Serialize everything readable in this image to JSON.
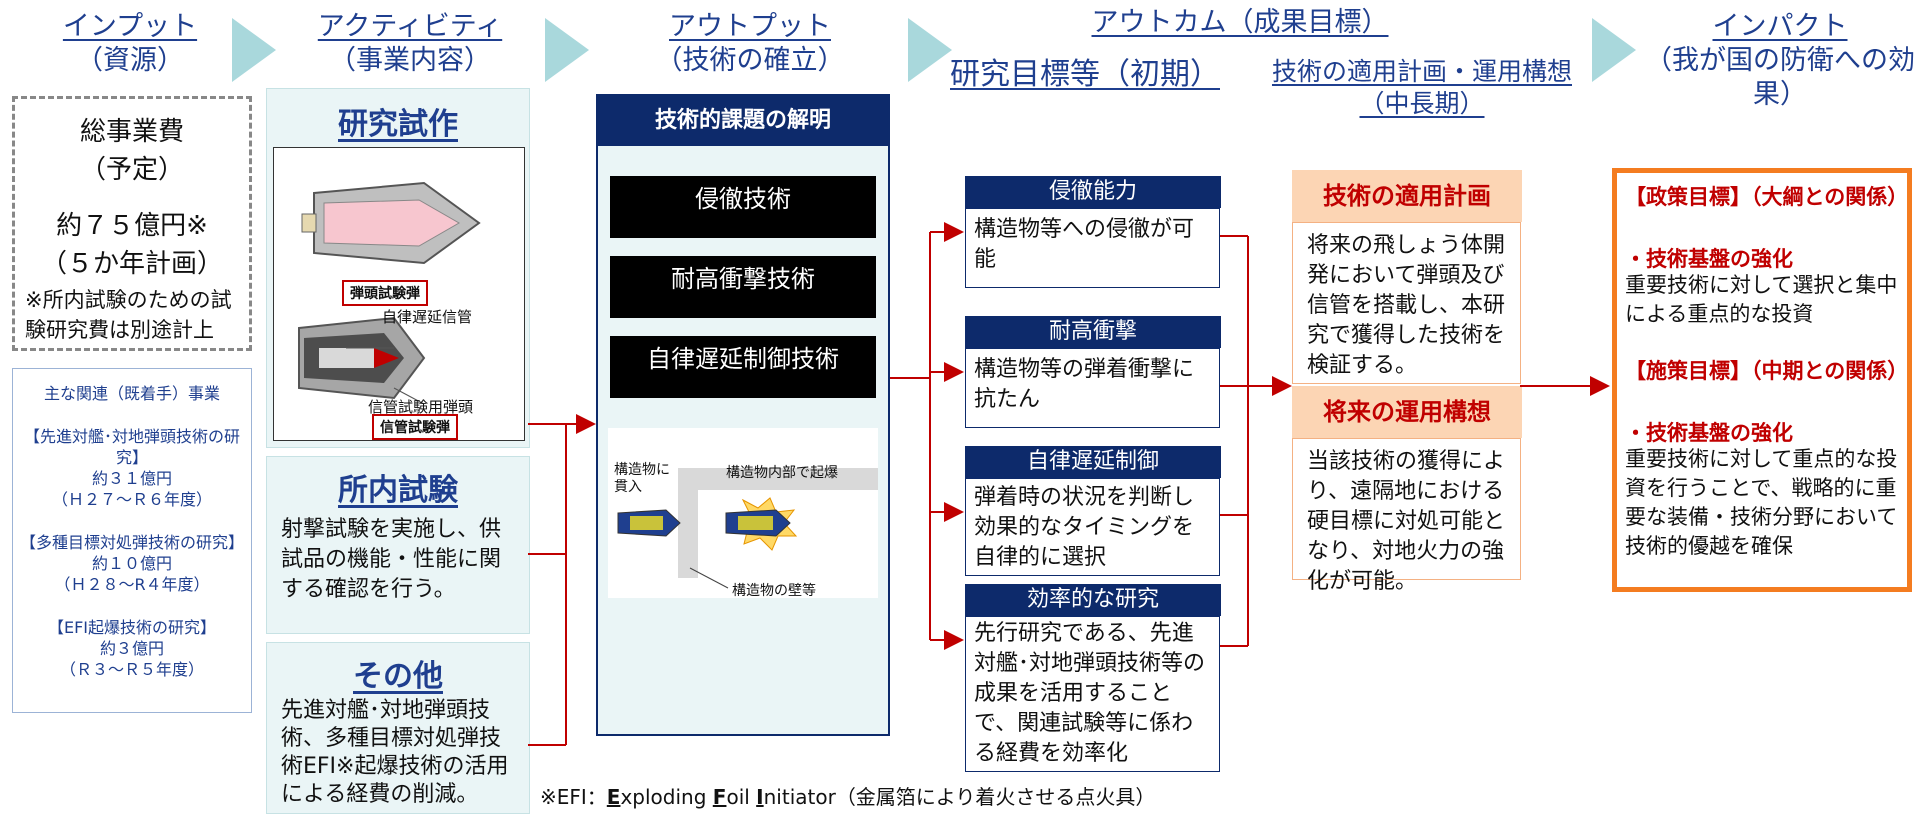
{
  "headers": {
    "input": {
      "title": "インプット",
      "sub": "（資源）"
    },
    "activity": {
      "title": "アクティビティ",
      "sub": "（事業内容）"
    },
    "output": {
      "title": "アウトプット",
      "sub": "（技術の確立）"
    },
    "outcome": {
      "title": "アウトカム（成果目標）",
      "early": "研究目標等（初期）",
      "long1": "技術の適用計画・運用構想",
      "long2": "（中長期）"
    },
    "impact": {
      "title": "インパクト",
      "sub": "（我が国の防衛への効果）"
    }
  },
  "input": {
    "budget": [
      "総事業費",
      "（予定）",
      "",
      "約７５億円※",
      "（５か年計画）"
    ],
    "note": "※所内試験のための試験研究費は別途計上",
    "related_title": "主な関連（既着手）事業",
    "related": [
      {
        "name": "【先進対艦･対地弾頭技術の研究】",
        "amount": "約３１億円",
        "period": "（Ｈ２７～Ｒ６年度）"
      },
      {
        "name": "【多種目標対処弾技術の研究】",
        "amount": "約１０億円",
        "period": "（Ｈ２８～R４年度）"
      },
      {
        "name": "【EFI起爆技術の研究】",
        "amount": "約３億円",
        "period": "（Ｒ３～Ｒ５年度）"
      }
    ]
  },
  "activity": {
    "prototype": {
      "title": "研究試作",
      "label_warhead": "弾頭試験弾",
      "label_fuze": "自律遅延信管",
      "label_fuze_warhead": "信管試験用弾頭",
      "label_fuze_test": "信管試験弾"
    },
    "inhouse": {
      "title": "所内試験",
      "body": "射撃試験を実施し、供試品の機能・性能に関する確認を行う。"
    },
    "other": {
      "title": "その他",
      "body": "先進対艦･対地弾頭技術、多種目標対処弾技術EFI※起爆技術の活用による経費の削減。"
    }
  },
  "output": {
    "title": "技術的課題の解明",
    "items": [
      "侵徹技術",
      "耐高衝撃技術",
      "自律遅延制御技術"
    ],
    "illus": {
      "left": "構造物に貫入",
      "right": "構造物内部で起爆",
      "wall": "構造物の壁等"
    }
  },
  "outcome_early": [
    {
      "title": "侵徹能力",
      "body": "構造物等への侵徹が可能"
    },
    {
      "title": "耐高衝撃",
      "body": "構造物等の弾着衝撃に抗たん"
    },
    {
      "title": "自律遅延制御",
      "body": "弾着時の状況を判断し効果的なタイミングを自律的に選択"
    },
    {
      "title": "効率的な研究",
      "body": "先行研究である、先進対艦･対地弾頭技術等の成果を活用することで、関連試験等に係わる経費を効率化"
    }
  ],
  "outcome_long": [
    {
      "title": "技術の適用計画",
      "body": "将来の飛しょう体開発において弾頭及び信管を搭載し、本研究で獲得した技術を検証する。"
    },
    {
      "title": "将来の運用構想",
      "body": "当該技術の獲得により、遠隔地における硬目標に対処可能となり、対地火力の強化が可能。"
    }
  ],
  "impact": {
    "policy1_title": "【政策目標】（大綱との関係）",
    "policy1_sub": "・技術基盤の強化",
    "policy1_body": "重要技術に対して選択と集中による重点的な投資",
    "policy2_title": "【施策目標】（中期との関係）",
    "policy2_sub": "・技術基盤の強化",
    "policy2_body": "重要技術に対して重点的な投資を行うことで、戦略的に重要な装備・技術分野において技術的優越を確保"
  },
  "footnote": {
    "prefix": "※EFI：",
    "e": "E",
    "xploding": "xploding ",
    "f": "F",
    "oil": "oil ",
    "i": "I",
    "nitiator": "nitiator（金属箔により着火させる点火具）"
  },
  "colors": {
    "navy": "#0d2a6b",
    "header_blue": "#1f3f8f",
    "red": "#c00000",
    "orange": "#f47c20",
    "chevron": "#a9d8dc"
  }
}
